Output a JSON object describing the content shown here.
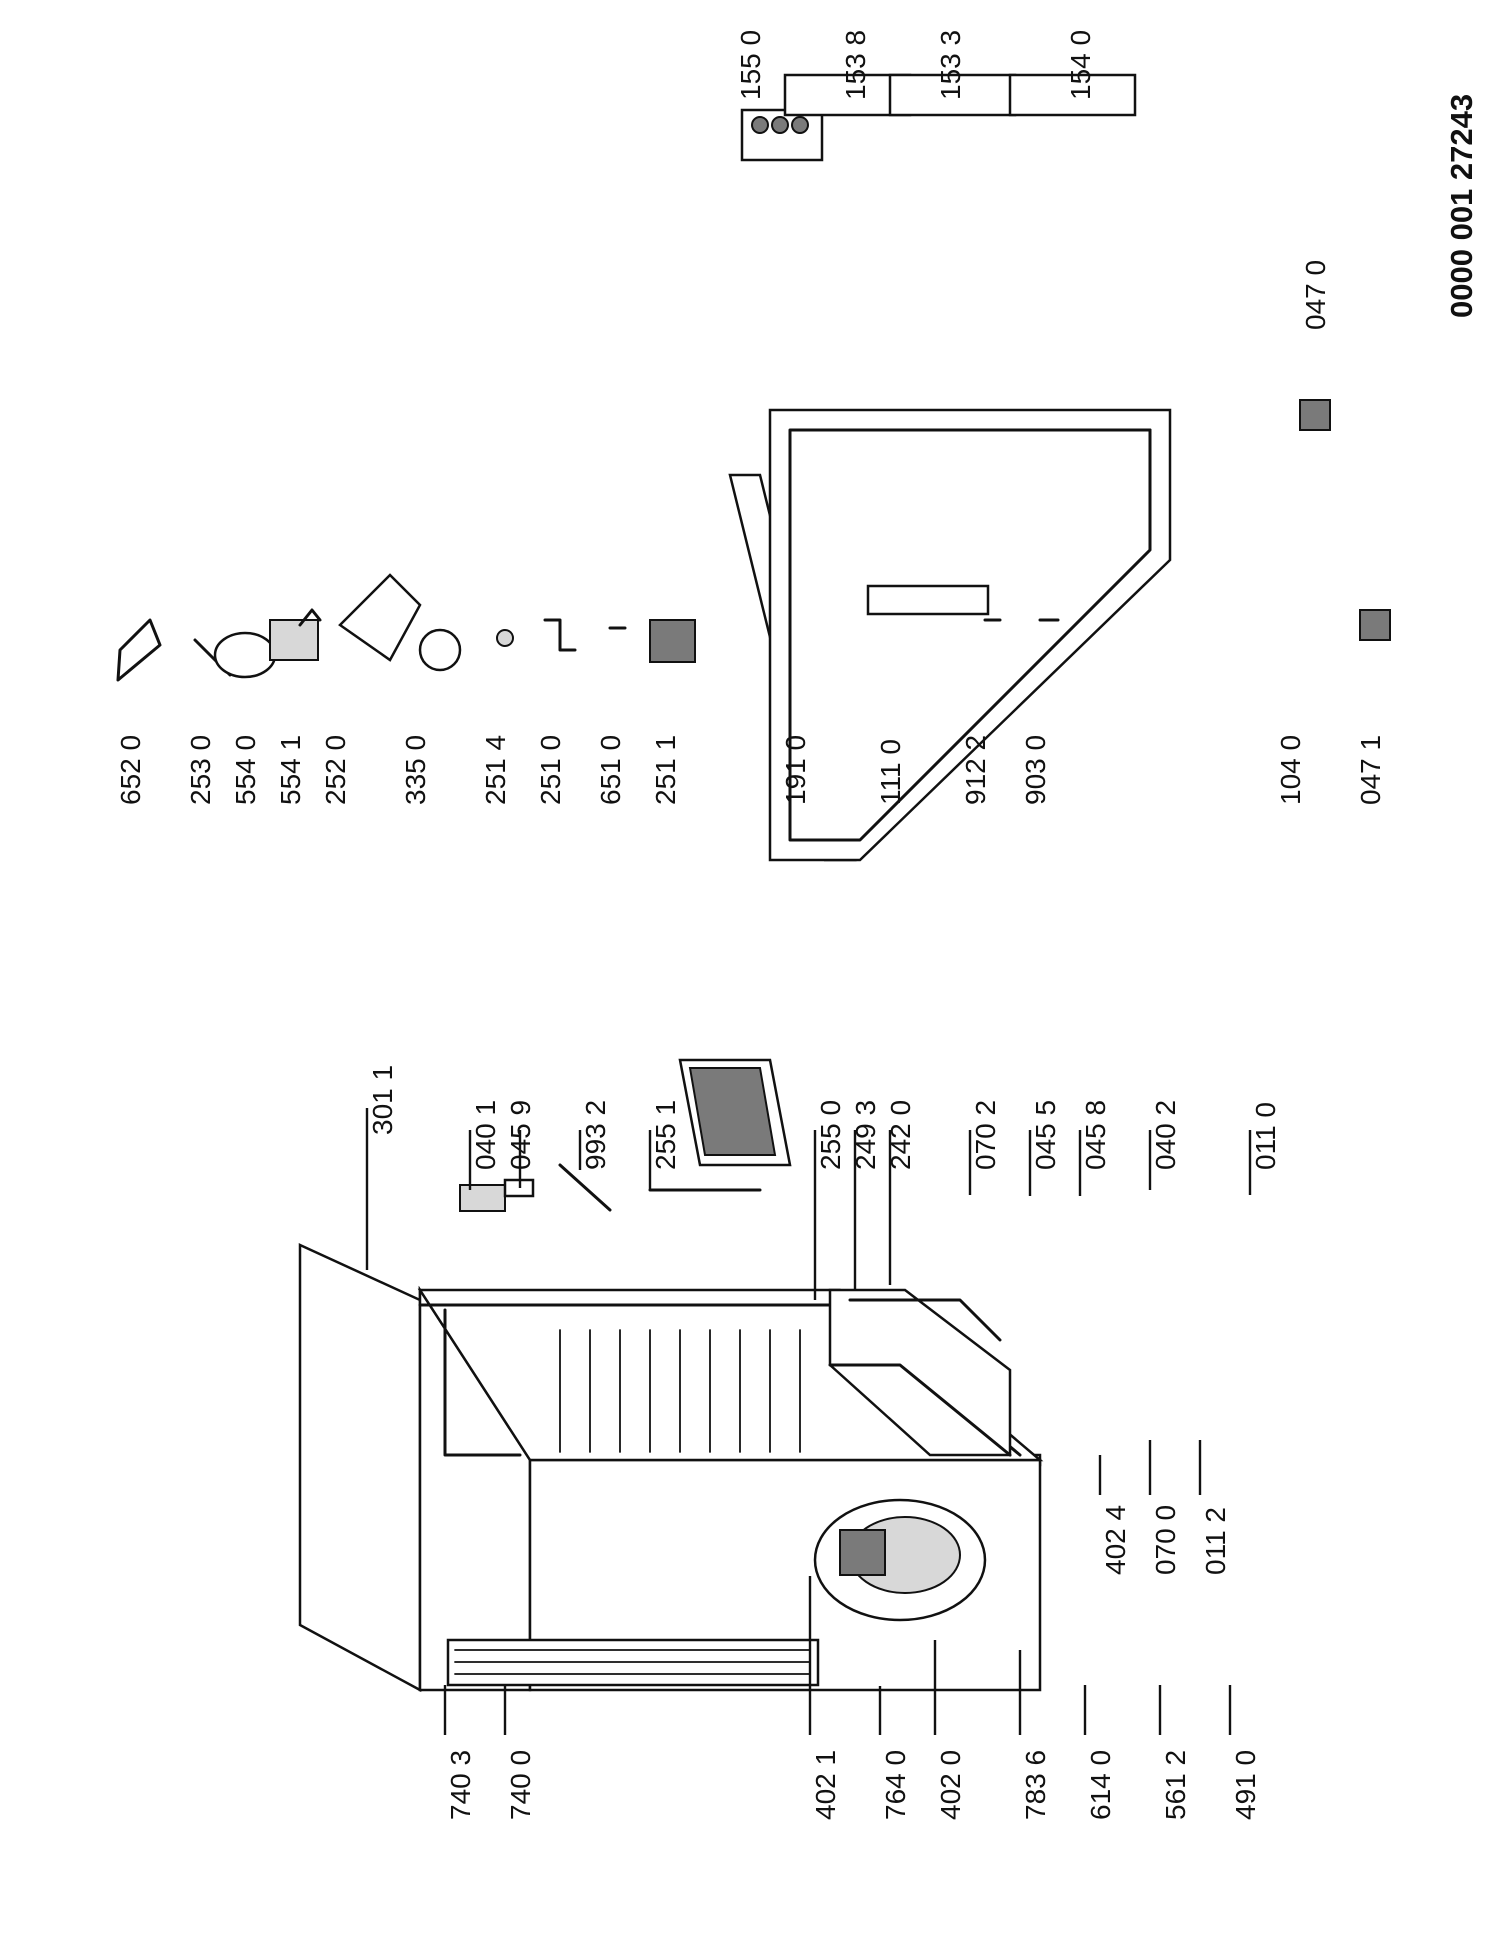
{
  "document": {
    "drawing_number": "0000 001 27243"
  },
  "groups": {
    "cabinet": {
      "part_numbers": [
        "301 1",
        "040 1",
        "045 9",
        "993 2",
        "255 1",
        "255 0",
        "249 3",
        "242 0",
        "070 2",
        "045 5",
        "045 8",
        "040 2",
        "011 0",
        "740 3",
        "740 0",
        "402 1",
        "764 0",
        "402 0",
        "783 6",
        "614 0",
        "561 2",
        "491 0",
        "402 4",
        "070 0",
        "011 2"
      ]
    },
    "controls": {
      "part_numbers": [
        "652 0",
        "253 0",
        "554 0",
        "554 1",
        "252 0",
        "335 0",
        "251 4",
        "251 0",
        "651 0",
        "251 1"
      ]
    },
    "door": {
      "part_numbers": [
        "191 0",
        "111 0",
        "912 2",
        "903 0",
        "104 0",
        "047 1",
        "047 0"
      ]
    },
    "door_shelves": {
      "part_numbers": [
        "155 0",
        "153 8",
        "153 3",
        "154 0"
      ]
    }
  },
  "icons": {
    "door_hinge": "hinge-icon",
    "compressor": "compressor-icon",
    "thermostat": "thermostat-icon",
    "door_shelf": "door-shelf-icon",
    "egg_tray": "egg-tray-icon"
  },
  "colors": {
    "line": "#111111",
    "shade": "#7a7a7a",
    "background": "#ffffff"
  }
}
